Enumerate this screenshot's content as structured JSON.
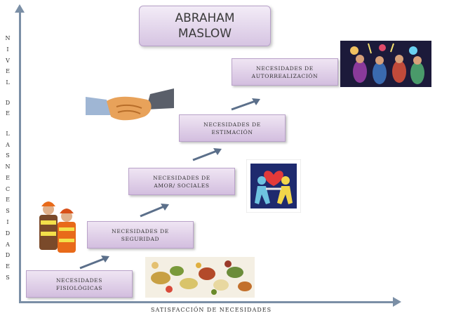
{
  "title": {
    "line1": "ABRAHAM",
    "line2": "MASLOW"
  },
  "y_axis_label": [
    "N",
    "I",
    "V",
    "E",
    "L",
    "",
    "D",
    "E",
    "",
    "L",
    "A",
    "S",
    "N",
    "E",
    "C",
    "E",
    "S",
    "I",
    "D",
    "A",
    "D",
    "E",
    "S"
  ],
  "x_axis_label": "SATISFACCIÓN DE NECESIDADES",
  "steps": [
    {
      "line1": "NECESIDADES",
      "line2": "FISIOLÓGICAS"
    },
    {
      "line1": "NECESIDADES DE",
      "line2": "SEGURIDAD"
    },
    {
      "line1": "NECESIDADES DE",
      "line2": "AMOR/ SOCIALES"
    },
    {
      "line1": "NECESIDADES DE",
      "line2": "ESTIMACIÓN"
    },
    {
      "line1": "NECESIDADES DE",
      "line2": "AUTORREALIZACIÓN"
    }
  ],
  "colors": {
    "axis": "#7b8fa6",
    "step_fill": "#e3d4eb",
    "step_border": "#b9a2c9",
    "arrow": "#5b6f8a"
  },
  "images": [
    "food-photo",
    "workers-photo",
    "hug-figures-icon",
    "handshake-photo",
    "celebration-photo"
  ]
}
